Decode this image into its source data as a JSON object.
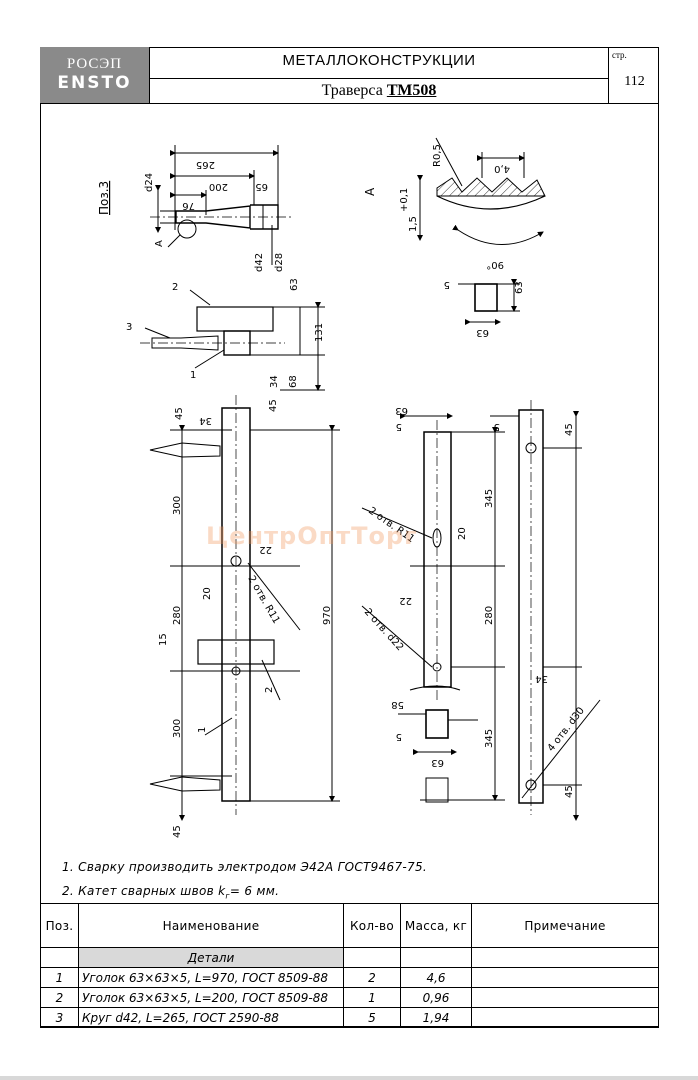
{
  "header": {
    "logo_line1": "РОСЭП",
    "logo_line2": "ENSTO",
    "title": "МЕТАЛЛОКОНСТРУКЦИИ",
    "subtitle_prefix": "Траверса ",
    "subtitle_code": "ТМ508",
    "page_label": "стр.",
    "page_number": "112"
  },
  "watermark": "ЦентрОптТорг",
  "drawing": {
    "view_pos3": {
      "label": "Поз.3",
      "dims": [
        "265",
        "200",
        "65",
        "76",
        "d24",
        "d42",
        "d28"
      ],
      "section_mark": "A"
    },
    "detail_A": {
      "label": "A",
      "dims": [
        "R0,5",
        "4,0",
        "+0,1",
        "1,5",
        "90°"
      ]
    },
    "angle_section": {
      "dims": [
        "5",
        "63",
        "63"
      ]
    },
    "side_view": {
      "callouts": [
        "2",
        "3",
        "1"
      ],
      "dims": [
        "63",
        "131",
        "34",
        "68"
      ]
    },
    "front_view": {
      "callouts": [
        "1",
        "2"
      ],
      "dims": [
        "45",
        "34",
        "45",
        "300",
        "22",
        "20",
        "280",
        "15",
        "300",
        "45",
        "970"
      ],
      "hole_note": "2 отв. R11"
    },
    "part_view": {
      "dims": [
        "63",
        "5",
        "345",
        "20",
        "22",
        "280",
        "34",
        "58",
        "5",
        "63",
        "345"
      ],
      "hole_note1": "2 отв. R11",
      "hole_note2": "2 отв. d22"
    },
    "right_view": {
      "dims": [
        "5",
        "45",
        "45"
      ],
      "hole_note": "4 отв. d30"
    }
  },
  "notes": [
    "1.   Сварку производить электродом Э42А ГОСТ9467-75.",
    "2.   Катет сварных швов k = 6 мм."
  ],
  "note2_parts": {
    "prefix": "2.   Катет сварных швов k",
    "sub": "г",
    "suffix": "= 6 мм."
  },
  "table": {
    "headers": [
      "Поз.",
      "Наименование",
      "Кол-во",
      "Масса, кг",
      "Примечание"
    ],
    "section": "Детали",
    "rows": [
      {
        "pos": "1",
        "name": "Уголок 63×63×5, L=970, ГОСТ 8509-88",
        "qty": "2",
        "mass": "4,6",
        "note": ""
      },
      {
        "pos": "2",
        "name": "Уголок 63×63×5, L=200, ГОСТ 8509-88",
        "qty": "1",
        "mass": "0,96",
        "note": ""
      },
      {
        "pos": "3",
        "name": "Круг d42, L=265, ГОСТ 2590-88",
        "qty": "5",
        "mass": "1,94",
        "note": ""
      }
    ]
  }
}
